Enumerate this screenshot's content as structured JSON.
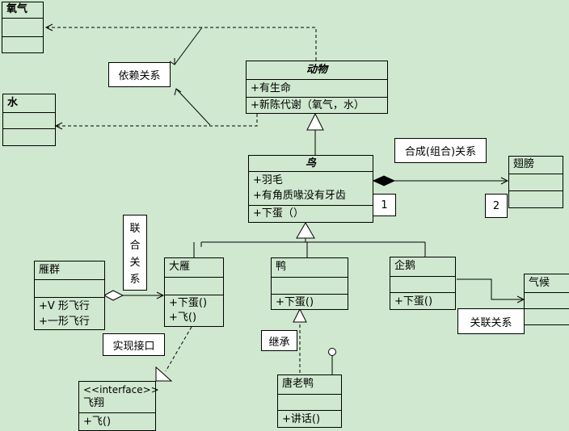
{
  "classes": {
    "oxygen": {
      "name": "氧气"
    },
    "water": {
      "name": "水"
    },
    "animal": {
      "name": "动物",
      "attributes": [
        "+有生命"
      ],
      "operations": [
        "+新陈代谢（氧气，水）"
      ]
    },
    "bird": {
      "name": "鸟",
      "attributes": [
        "+羽毛",
        "+有角质喙没有牙齿"
      ],
      "operations": [
        "+下蛋（）"
      ]
    },
    "wing": {
      "name": "翅膀"
    },
    "goose": {
      "name": "大雁",
      "operations": [
        "+下蛋()",
        "+飞()"
      ]
    },
    "duck": {
      "name": "鸭",
      "operations": [
        "+下蛋()"
      ]
    },
    "penguin": {
      "name": "企鹅",
      "operations": [
        "+下蛋()"
      ]
    },
    "climate": {
      "name": "气候"
    },
    "goose_flock": {
      "name": "雁群",
      "operations": [
        "+V 形飞行",
        "+一形飞行"
      ]
    },
    "flying_interface": {
      "stereotype": "<<interface>>",
      "name": "飞翔",
      "operations": [
        "+飞()"
      ]
    },
    "donald_duck": {
      "name": "唐老鸭",
      "operations": [
        "+讲话()"
      ]
    }
  },
  "notes": {
    "dependency": "依赖关系",
    "composition": "合成(组合)关系",
    "association_chars": [
      "联",
      "合",
      "关",
      "系"
    ],
    "realization": "实现接口",
    "inheritance": "继承",
    "association": "关联关系",
    "multiplicity_bird": "1",
    "multiplicity_wing": "2"
  }
}
